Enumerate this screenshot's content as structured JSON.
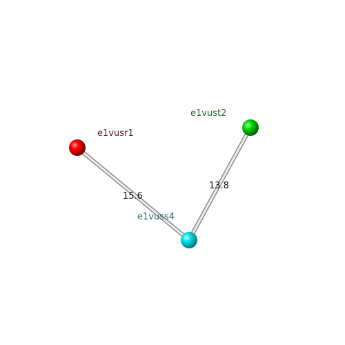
{
  "atoms": [
    {
      "id": "red",
      "label": "e1vusr1",
      "color": "#ff0000",
      "label_color": "#5a1a1a"
    },
    {
      "id": "green",
      "label": "e1vust2",
      "color": "#00dd00",
      "label_color": "#2a6a2a"
    },
    {
      "id": "cyan",
      "label": "e1vuss4",
      "color": "#00e5ee",
      "label_color": "#2a6a6a"
    }
  ],
  "bonds": [
    {
      "from": "red",
      "to": "cyan",
      "distance": "15.6"
    },
    {
      "from": "green",
      "to": "cyan",
      "distance": "13.8"
    }
  ]
}
